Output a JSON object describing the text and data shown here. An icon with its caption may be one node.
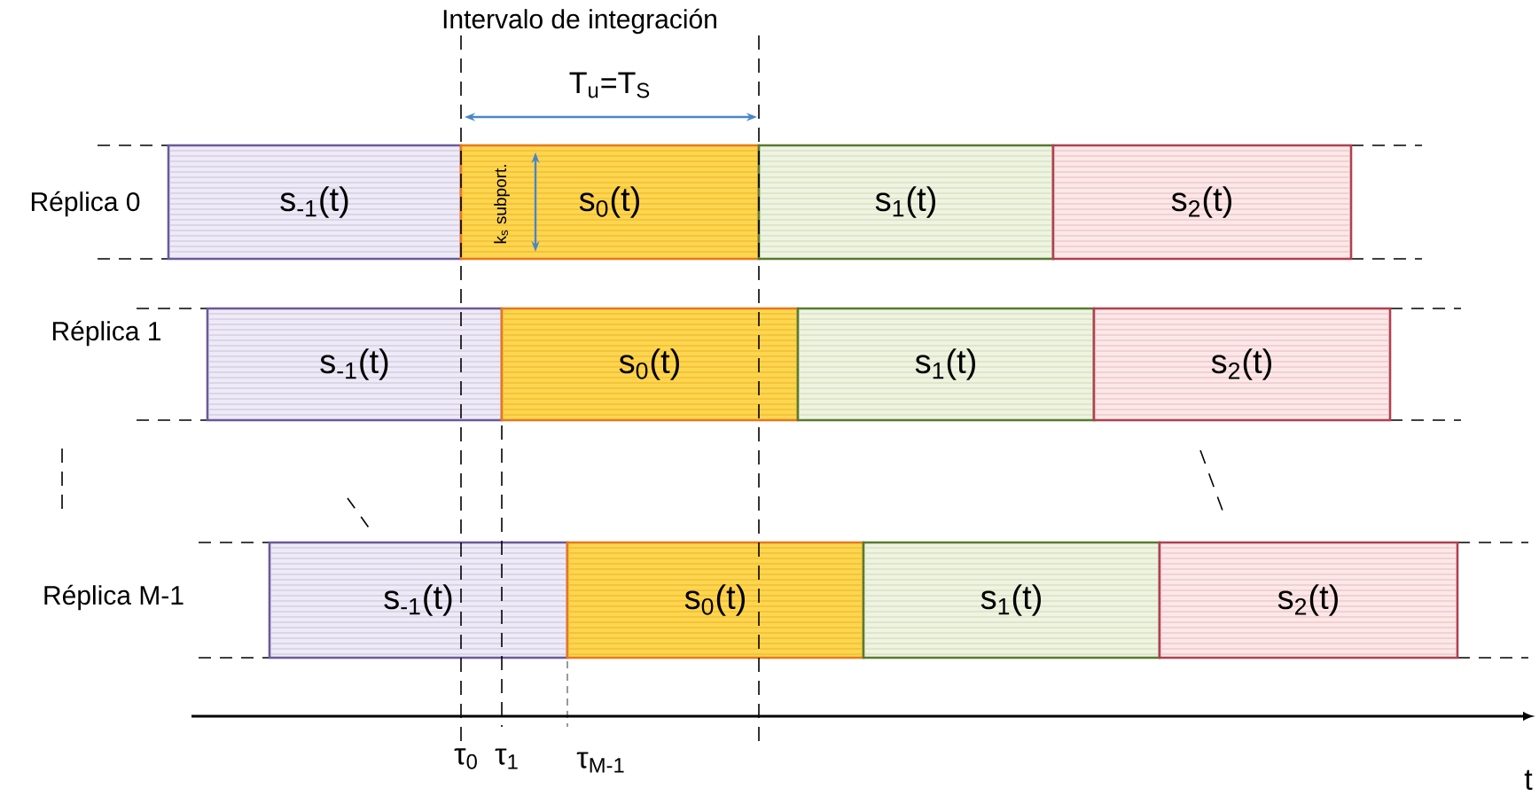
{
  "diagram": {
    "nodes": [
      {
        "text": [
          "s$_{-1}$(t)"
        ]
      },
      {
        "text": [
          "s$_{0}$(t)"
        ]
      },
      {
        "text": [
          "s$_{1}$(t)"
        ]
      },
      {
        "text": [
          "s$_{2}$(t)"
        ]
      },
      {
        "text": [
          "s$_{-1}$(t)"
        ]
      },
      {
        "text": [
          "s$_{0}$(t)"
        ]
      },
      {
        "text": [
          "s$_{1}$(t)"
        ]
      },
      {
        "text": [
          "s$_{2}$(t)"
        ]
      },
      {
        "text": [
          "s$_{-1}$(t)"
        ]
      },
      {
        "text": [
          "s$_{0}$(t)"
        ]
      },
      {
        "text": [
          "s$_{1}$(t)"
        ]
      },
      {
        "text": [
          "s$_{2}$(t)"
        ]
      }
    ],
    "labels": [
      "Intervalo de integración",
      "T$_{u}$=T$_{S}$",
      "k$_{s}$ subport.",
      "Réplica 0",
      "Réplica 1",
      "Réplica M-1",
      "τ$_{0}$",
      "τ$_{1}$",
      "τ$_{M-1}$",
      "t"
    ]
  }
}
